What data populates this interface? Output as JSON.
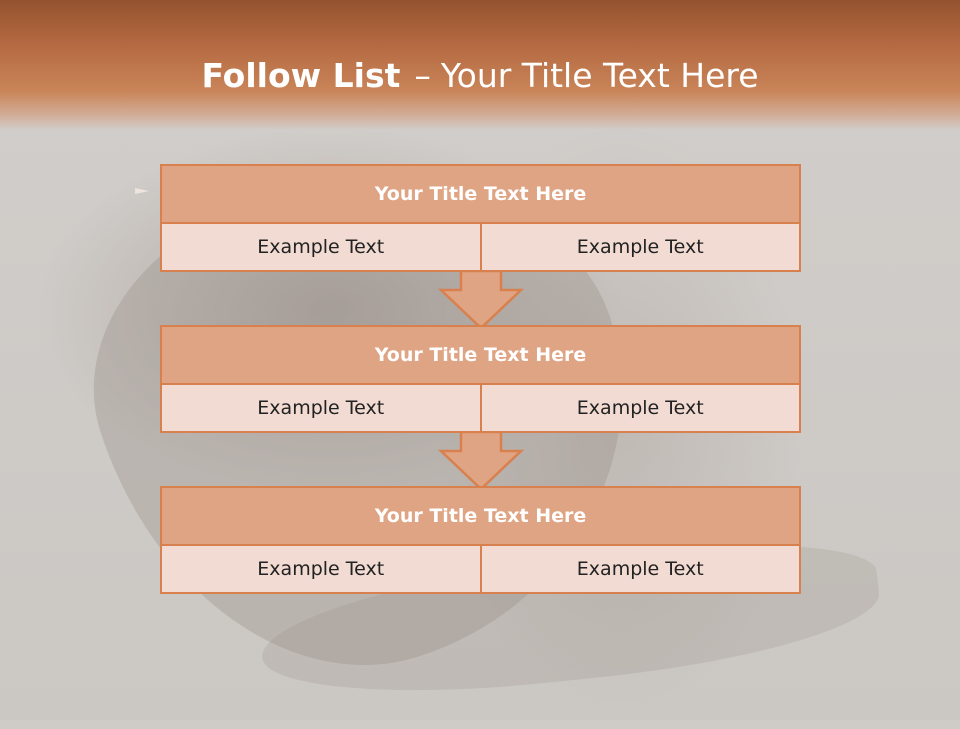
{
  "slide": {
    "title_bold": "Follow List",
    "title_dash": "–",
    "title_rest": "Your Title Text Here"
  },
  "blocks": [
    {
      "title": "Your Title Text Here",
      "left": "Example Text",
      "right": "Example Text"
    },
    {
      "title": "Your Title Text Here",
      "left": "Example Text",
      "right": "Example Text"
    },
    {
      "title": "Your Title Text Here",
      "left": "Example Text",
      "right": "Example Text"
    }
  ],
  "colors": {
    "header": "#b56a42",
    "block_title_fill": "#dfa483",
    "block_row_fill": "#f2dbd3",
    "border": "#d9804f",
    "arrow_fill": "#dfa483"
  }
}
